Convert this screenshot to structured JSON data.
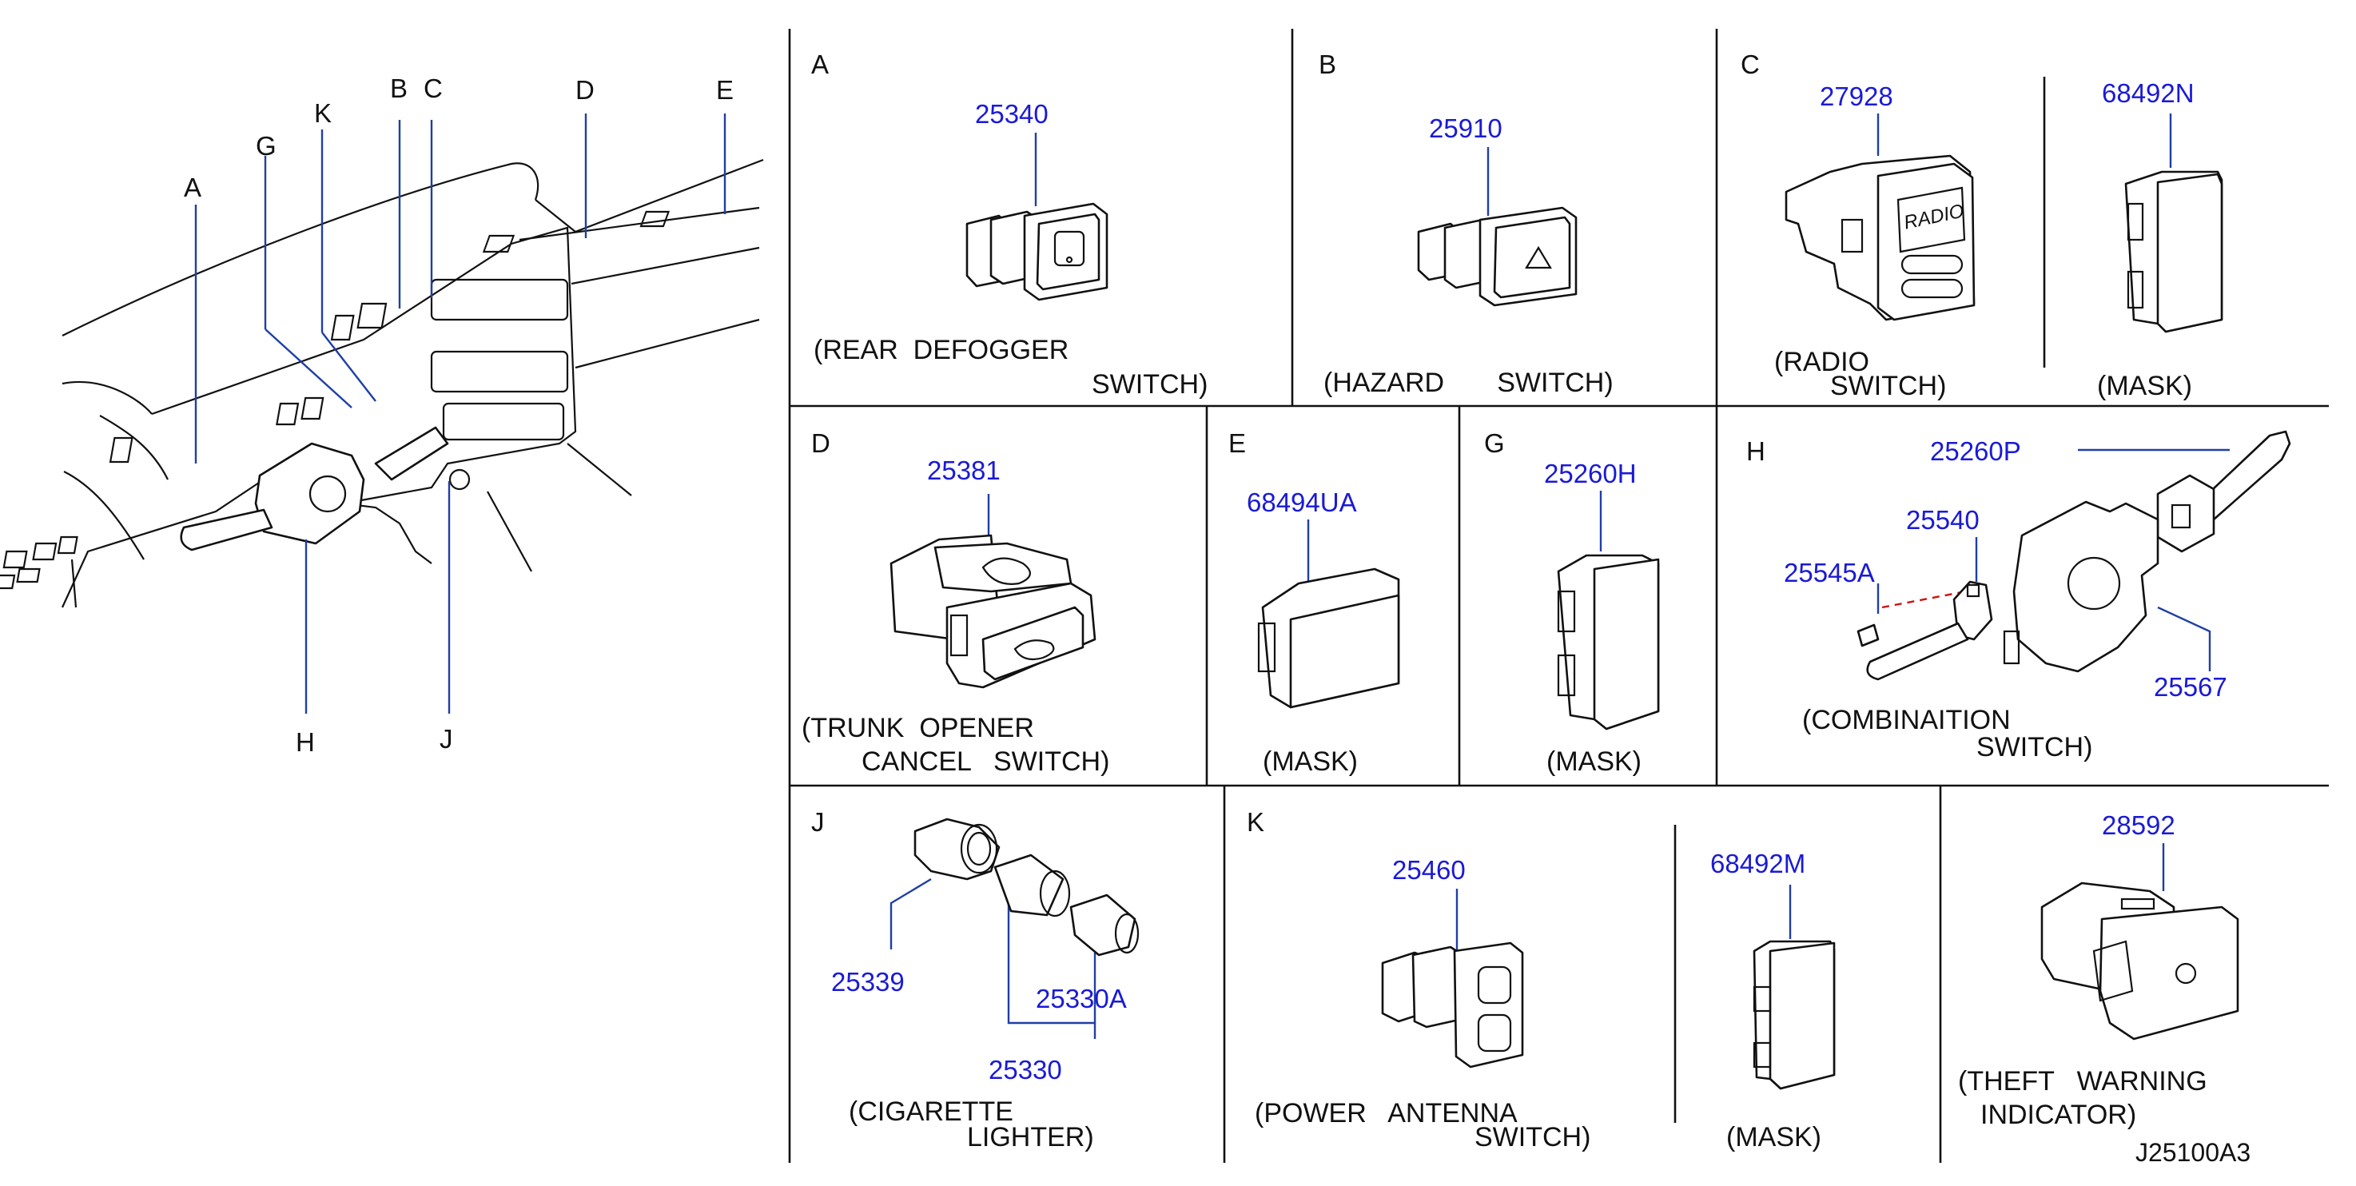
{
  "overview": {
    "callouts": {
      "A": "A",
      "B": "B",
      "C": "C",
      "D": "D",
      "E": "E",
      "G": "G",
      "K": "K",
      "H": "H",
      "J": "J"
    }
  },
  "panels": {
    "A": {
      "letter": "A",
      "part": "25340",
      "caption": [
        "(REAR  DEFOGGER",
        "SWITCH)"
      ]
    },
    "B": {
      "letter": "B",
      "part": "25910",
      "caption": [
        "(HAZARD       SWITCH)"
      ]
    },
    "C": {
      "letter": "C",
      "part": "27928",
      "part2": "68492N",
      "caption": [
        "(RADIO",
        "SWITCH)"
      ],
      "caption2": "(MASK)",
      "printed": "RADIO"
    },
    "D": {
      "letter": "D",
      "part": "25381",
      "caption": [
        "(TRUNK  OPENER",
        "CANCEL   SWITCH)"
      ]
    },
    "E": {
      "letter": "E",
      "part": "68494UA",
      "caption": [
        "(MASK)"
      ]
    },
    "G": {
      "letter": "G",
      "part": "25260H",
      "caption": [
        "(MASK)"
      ]
    },
    "H": {
      "letter": "H",
      "parts": [
        "25260P",
        "25540",
        "25545A",
        "25567"
      ],
      "caption": [
        "(COMBINAITION",
        "SWITCH)"
      ]
    },
    "J": {
      "letter": "J",
      "parts": [
        "25339",
        "25330A",
        "25330"
      ],
      "caption": [
        "(CIGARETTE",
        "LIGHTER)"
      ]
    },
    "K": {
      "letter": "K",
      "part": "25460",
      "part2": "68492M",
      "caption": [
        "(POWER   ANTENNA",
        "SWITCH)"
      ],
      "caption2": "(MASK)"
    },
    "T": {
      "part": "28592",
      "caption": [
        "(THEFT   WARNING",
        "INDICATOR)"
      ]
    }
  },
  "drawing_ref": "J25100A3",
  "colors": {
    "part_number": "#1a1ad6",
    "leader": "#1f3fa6",
    "line": "#111111"
  }
}
